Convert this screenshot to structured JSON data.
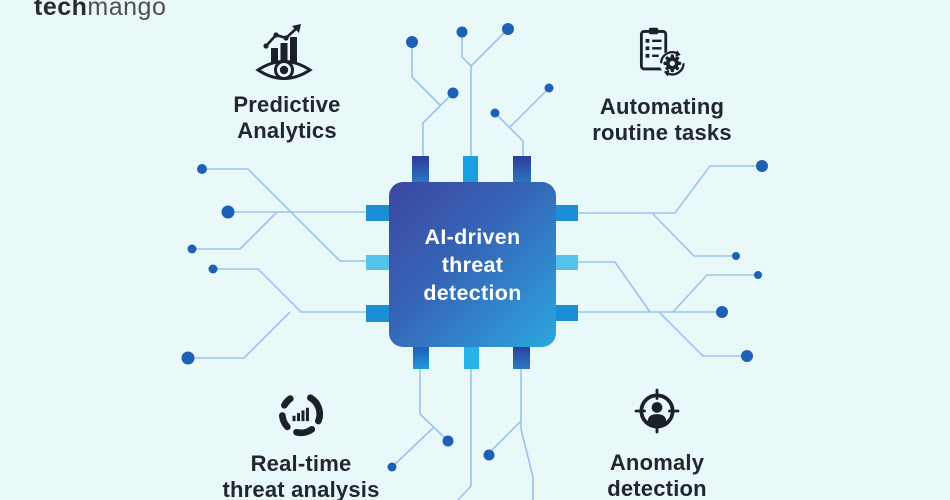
{
  "brand": {
    "logo_part1": "tech",
    "logo_part2": "mango"
  },
  "chip": {
    "title": "AI-driven\nthreat\ndetection"
  },
  "features": [
    {
      "id": "predictive-analytics",
      "label": "Predictive\nAnalytics",
      "icon": "growth-chart-eye-icon"
    },
    {
      "id": "automating-routine-tasks",
      "label": "Automating\nroutine tasks",
      "icon": "clipboard-gear-icon"
    },
    {
      "id": "real-time-threat-analysis",
      "label": "Real-time\nthreat analysis",
      "icon": "donut-bars-icon"
    },
    {
      "id": "anomaly-detection",
      "label": "Anomaly\ndetection",
      "icon": "person-crosshair-icon"
    }
  ],
  "colors": {
    "background": "#e9f8f9",
    "chip_gradient_start": "#3d47a1",
    "chip_gradient_end": "#2ba7de",
    "trace_line": "#9cc4ec",
    "node_dot": "#1d61b5",
    "pin_blue": "#1b8fd6",
    "pin_cyan": "#55c3e9",
    "pin_dark": "#2c3c99",
    "icon_ink": "#1c202a",
    "label_text": "#23262e",
    "chip_text": "#ffffff"
  }
}
